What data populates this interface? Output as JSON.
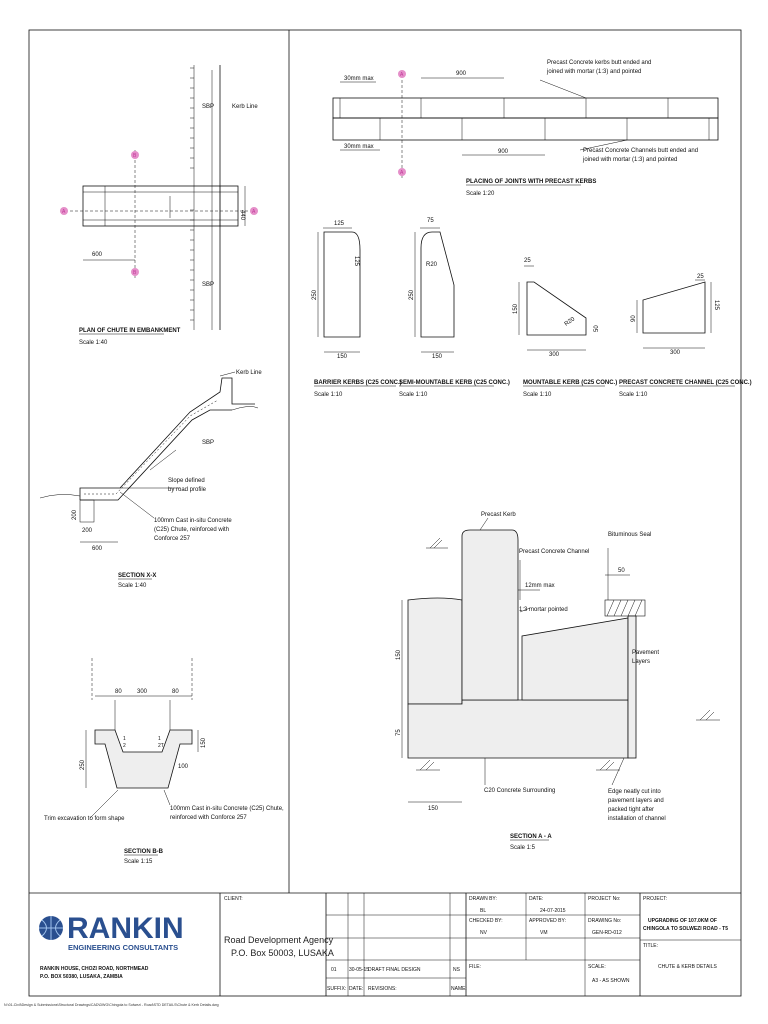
{
  "plan": {
    "sbp_top": "SBP",
    "kerb_line": "Kerb Line",
    "dim_440": "440",
    "dim_600": "600",
    "sbp_bottom": "SBP",
    "marker_a": "A",
    "marker_b": "B",
    "title": "PLAN OF CHUTE IN EMBANKMENT",
    "scale": "Scale 1:40"
  },
  "joints": {
    "dim_30_top": "30mm max",
    "dim_900_top": "900",
    "note_kerbs_1": "Precast Concrete kerbs butt ended and",
    "note_kerbs_2": "joined with mortar (1:3) and pointed",
    "dim_30_bottom": "30mm max",
    "dim_900_bottom": "900",
    "note_channels_1": "Precast Concrete Channels butt ended and",
    "note_channels_2": "joined with mortar (1:3) and pointed",
    "marker_a": "A",
    "title": "PLACING OF JOINTS WITH PRECAST KERBS",
    "scale": "Scale 1:20"
  },
  "kerbs": {
    "barrier": {
      "top": "125",
      "side": "125",
      "height": "250",
      "base": "150",
      "title": "BARRIER KERBS (C25 CONC.)",
      "scale": "Scale 1:10"
    },
    "semi": {
      "top": "75",
      "radius": "R20",
      "height": "250",
      "base": "150",
      "title": "SEMI-MOUNTABLE KERB (C25 CONC.)",
      "scale": "Scale 1:10"
    },
    "mountable": {
      "top": "25",
      "radius": "R20",
      "height": "150",
      "right": "50",
      "base": "300",
      "title": "MOUNTABLE KERB (C25 CONC.)",
      "scale": "Scale 1:10"
    },
    "channel": {
      "top": "25",
      "left": "90",
      "right": "125",
      "base": "300",
      "title": "PRECAST CONCRETE CHANNEL (C25 CONC.)",
      "scale": "Scale 1:10"
    }
  },
  "sectionxx": {
    "kerb_line": "Kerb Line",
    "sbp": "SBP",
    "slope_1": "Slope defined",
    "slope_2": "by road profile",
    "chute_1": "100mm Cast in-situ Concrete",
    "chute_2": "(C25) Chute, reinforced with",
    "chute_3": "Conforce 257",
    "dim_200": "200",
    "dim_100": "200",
    "dim_600": "600",
    "title": "SECTION X-X",
    "scale": "Scale 1:40"
  },
  "sectionbb": {
    "dim_80": "80",
    "dim_300": "300",
    "dim_80b": "80",
    "dim_250": "250",
    "dim_150": "150",
    "dim_100": "100",
    "ratio_l": "1",
    "ratio_l2": "2",
    "ratio_r": "1",
    "ratio_r2": "2T",
    "trim": "Trim excavation to form shape",
    "chute_1": "100mm Cast in-situ Concrete (C25) Chute,",
    "chute_2": "reinforced with Conforce 257",
    "title": "SECTION B-B",
    "scale": "Scale 1:15"
  },
  "sectionaa": {
    "precast_kerb": "Precast Kerb",
    "precast_channel": "Precast Concrete Channel",
    "bitumen": "Bituminous Seal",
    "dim_50": "50",
    "dim_12": "12mm max",
    "mortar": "1:3 mortar pointed",
    "pavement_1": "Pavement",
    "pavement_2": "Layers",
    "dim_150v": "150",
    "dim_75v": "75",
    "surround": "C20 Concrete Surrounding",
    "edge_1": "Edge neatly cut into",
    "edge_2": "pavement layers and",
    "edge_3": "packed tight after",
    "edge_4": "installation of channel",
    "dim_150h": "150",
    "title": "SECTION A - A",
    "scale": "Scale 1:5"
  },
  "titleblock": {
    "logo_name": "RANKIN",
    "logo_sub": "ENGINEERING CONSULTANTS",
    "address_1": "RANKIN HOUSE, CHOZI ROAD, NORTHMEAD",
    "address_2": "P.O. BOX 50380, LUSAKA, ZAMBIA",
    "client_label": "CLIENT:",
    "client_1": "Road Development Agency",
    "client_2": "P.O. Box 50003, LUSAKA",
    "rev_no": "01",
    "rev_date": "30-05-15",
    "rev_desc": "DRAFT FINAL DESIGN",
    "rev_by": "NS",
    "rev_no_label": "SUFFIX:",
    "rev_date_label": "DATE:",
    "rev_desc_label": "REVISIONS:",
    "rev_by_label": "NAME:",
    "drawn_label": "DRAWN BY:",
    "drawn_val": "BL",
    "date_label": "DATE:",
    "date_val": "24-07-2015",
    "checked_label": "CHECKED BY:",
    "checked_val": "NV",
    "approved_label": "APPROVED BY:",
    "approved_val": "VM",
    "file_label": "FILE:",
    "project_no_label": "PROJECT No:",
    "drawing_no_label": "DRAWING No:",
    "drawing_no_val": "GEN-RD-012",
    "scale_label": "SCALE:",
    "scale_val": "A3 - AS SHOWN",
    "project_label": "PROJECT:",
    "project_1": "UPGRADING OF 107.0KM OF",
    "project_2": "CHINGOLA TO SOLWEZI ROAD - T5",
    "title_label": "TITLE:",
    "title_val": "CHUTE & KERB DETAILS"
  },
  "footer": "N:\\01-Civil\\Design & Submissions\\Structural Drawings\\CAD\\DWG\\Chingola to Solwezi - Road\\STD DETAILS\\Chute & Kerb Details.dwg"
}
